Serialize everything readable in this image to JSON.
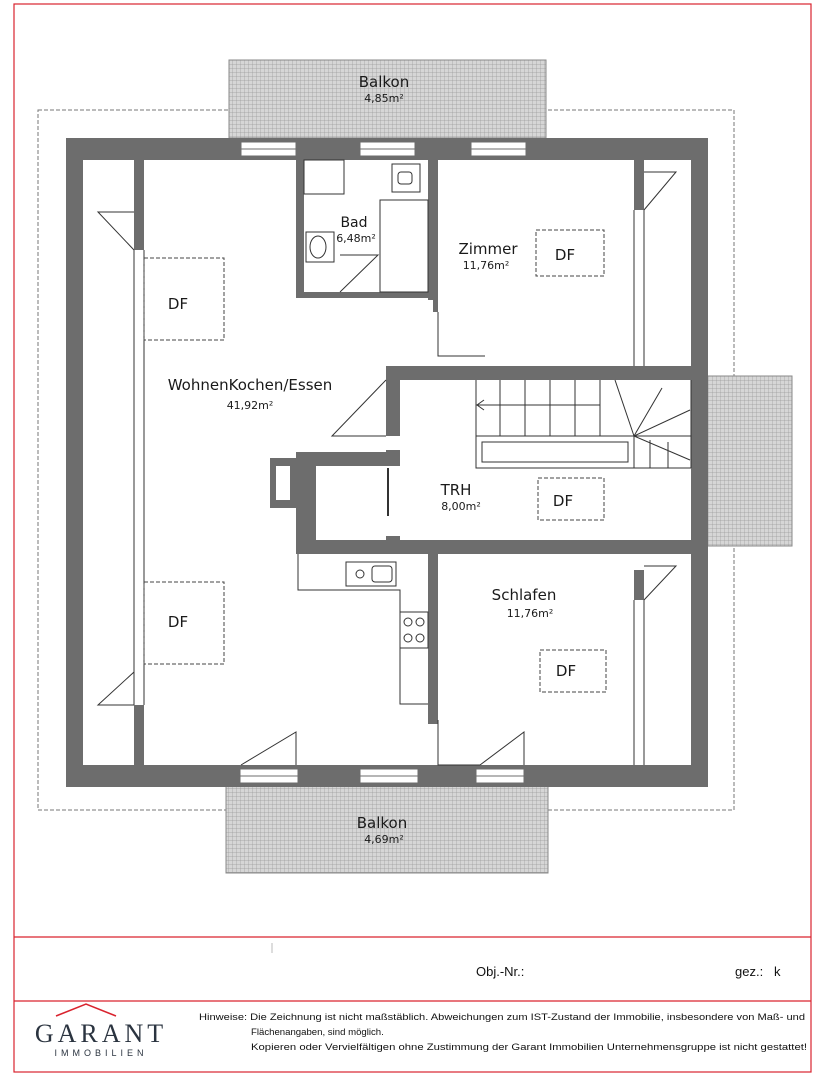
{
  "rooms": {
    "balkon_top": {
      "name": "Balkon",
      "area": "4,85m²"
    },
    "bad": {
      "name": "Bad",
      "area": "6,48m²"
    },
    "zimmer": {
      "name": "Zimmer",
      "area": "11,76m²"
    },
    "wohnen": {
      "name": "WohnenKochen/Essen",
      "area": "41,92m²"
    },
    "trh": {
      "name": "TRH",
      "area": "8,00m²"
    },
    "schlafen": {
      "name": "Schlafen",
      "area": "11,76m²"
    },
    "balkon_bottom": {
      "name": "Balkon",
      "area": "4,69m²"
    }
  },
  "df_label": "DF",
  "title_block": {
    "obj_nr_label": "Obj.-Nr.:",
    "gez_label": "gez.:",
    "gez_value": "k"
  },
  "logo": {
    "name": "GARANT",
    "tagline": "IMMOBILIEN"
  },
  "notice": {
    "line1": "Hinweise: Die Zeichnung ist nicht maßstäblich. Abweichungen zum IST-Zustand der Immobilie, insbesondere von Maß- und",
    "line2": "Flächenangaben, sind möglich.",
    "line3": "Kopieren oder Vervielfältigen ohne Zustimmung der Garant Immobilien Unternehmensgruppe ist nicht gestattet!"
  },
  "colors": {
    "wall": "#6d6d6d",
    "frame": "#d9232e",
    "balcony": "#a9a9a9"
  }
}
